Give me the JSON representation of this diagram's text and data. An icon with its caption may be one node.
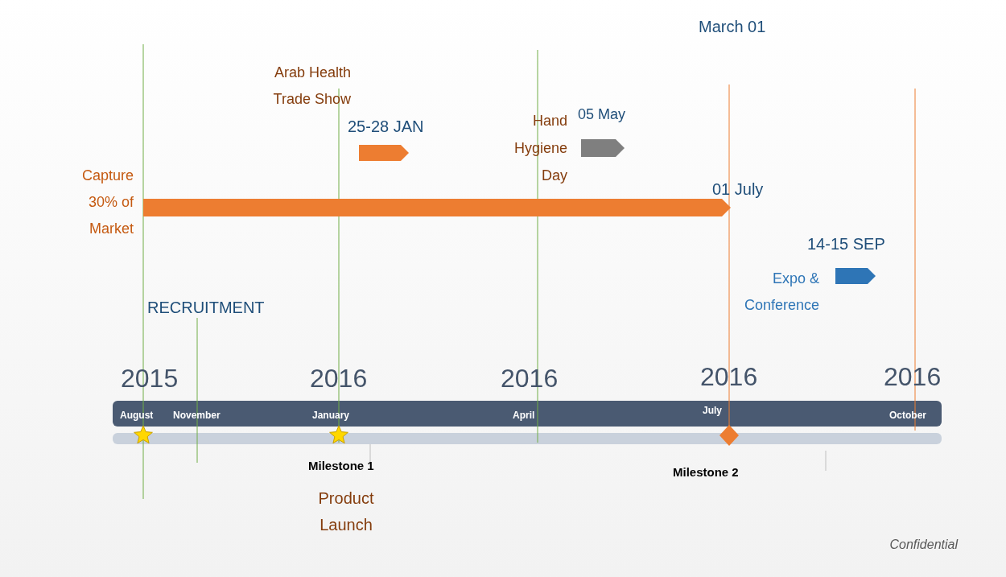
{
  "diagram": {
    "nodes": [
      {
        "text": [],
        "shape": "bar"
      },
      {
        "text": [],
        "shape": "bar"
      },
      {
        "text": [],
        "shape": "bar"
      },
      {
        "text": [],
        "shape": "bar"
      }
    ],
    "labels": [
      "March 01",
      "Arab Health Trade Show",
      "25-28 JAN",
      "Hand Hygiene Day",
      "05 May",
      "Capture 30% of Market",
      "01 July",
      "14-15 SEP",
      "Expo & Conference",
      "RECRUITMENT",
      "2015",
      "2016",
      "2016",
      "2016",
      "2016",
      "August",
      "November",
      "January",
      "April",
      "July",
      "October",
      "Milestone 1",
      "Milestone 2",
      "Product Launch",
      "Confidential"
    ]
  }
}
